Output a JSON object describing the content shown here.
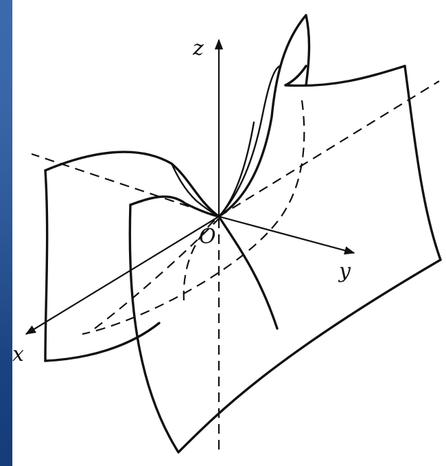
{
  "figure": {
    "title": "",
    "axis_labels": {
      "x": "x",
      "y": "y",
      "z": "z",
      "origin": "O"
    },
    "colors": {
      "background": "#1d4a8e",
      "panel": "#ffffff",
      "ink": "#111111"
    }
  }
}
